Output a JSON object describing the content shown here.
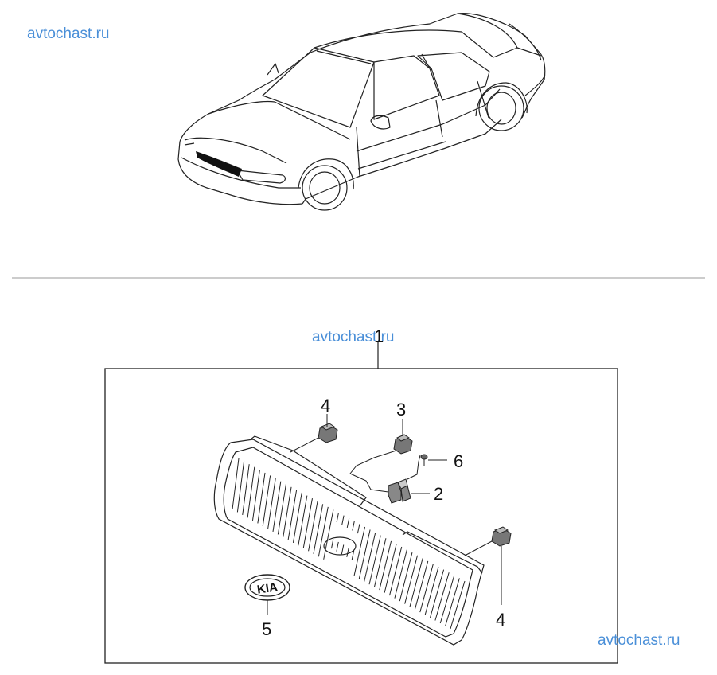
{
  "watermarks": [
    "avtochast.ru",
    "avtochast.ru",
    "avtochast.ru"
  ],
  "callouts": {
    "c1": "1",
    "c2": "2",
    "c3": "3",
    "c4a": "4",
    "c4b": "4",
    "c5": "5",
    "c6": "6"
  },
  "emblem_text": "KIA",
  "colors": {
    "line": "#222222",
    "divider": "#999999",
    "watermark": "#4a8fd8",
    "grille_fill": "#111111"
  }
}
